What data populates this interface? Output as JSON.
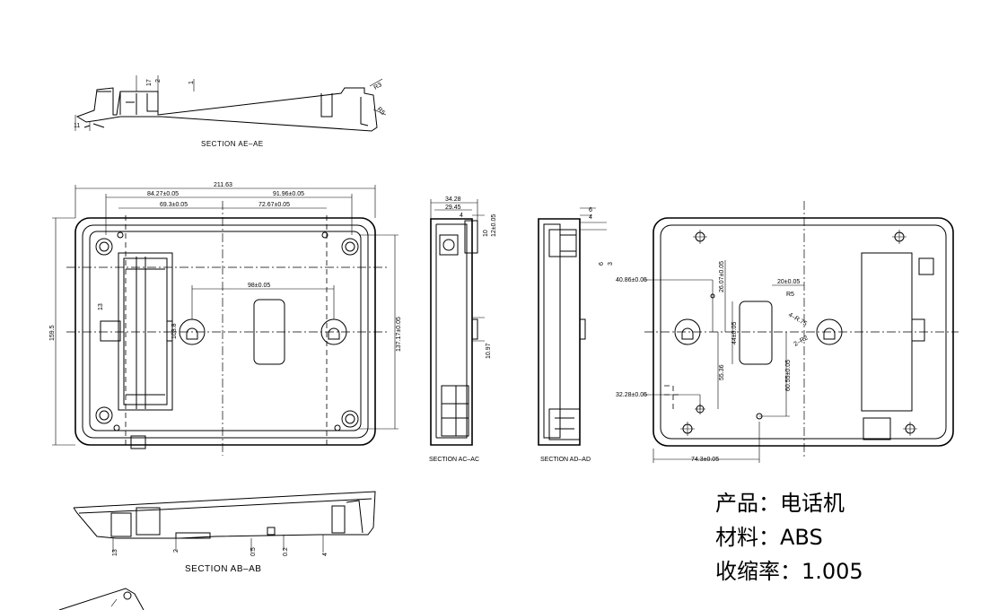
{
  "info": {
    "product": "产品：电话机",
    "material": "材料：ABS",
    "shrinkage": "收缩率：1.005"
  },
  "sections": {
    "ae": "SECTION  AE–AE",
    "ab": "SECTION  AB–AB",
    "ac": "SECTION  AC–AC",
    "ad": "SECTION  AD–AD"
  },
  "dims": {
    "top": {
      "d17": "17",
      "d2": "2",
      "d1": "1",
      "r3": "R3",
      "r5": "R5",
      "d11": "11"
    },
    "front": {
      "overall_w": "211.63",
      "left_w": "84.27±0.05",
      "right_w": "91.96±0.05",
      "inner_l": "69.3±0.05",
      "inner_r": "72.67±0.05",
      "slot": "98±0.05",
      "height": "159.5",
      "inner_h": "137.17±0.05",
      "h13": "13",
      "h108": "108.8"
    },
    "side1": {
      "w3428": "34.28",
      "w2945": "29.45",
      "d4": "4",
      "d10": "10",
      "d12": "12±0.05",
      "d1097": "10.97"
    },
    "side2": {
      "d6": "6",
      "d4": "4",
      "d6b": "6",
      "d3": "3"
    },
    "rear": {
      "d4086": "40.86±0.05",
      "d2607": "26.07±0.05",
      "d20": "20±0.05",
      "r5": "R5",
      "r475": "4–R.75",
      "r2": "2–R2",
      "d44": "44±0.05",
      "d5536": "55.36",
      "d6055": "60.55±0.05",
      "d3228": "32.28±0.05",
      "d743": "74.3±0.05"
    },
    "ab": {
      "d13": "13",
      "d2": "2",
      "d05": "0.5",
      "d02": "0.2",
      "d4": "4"
    }
  }
}
